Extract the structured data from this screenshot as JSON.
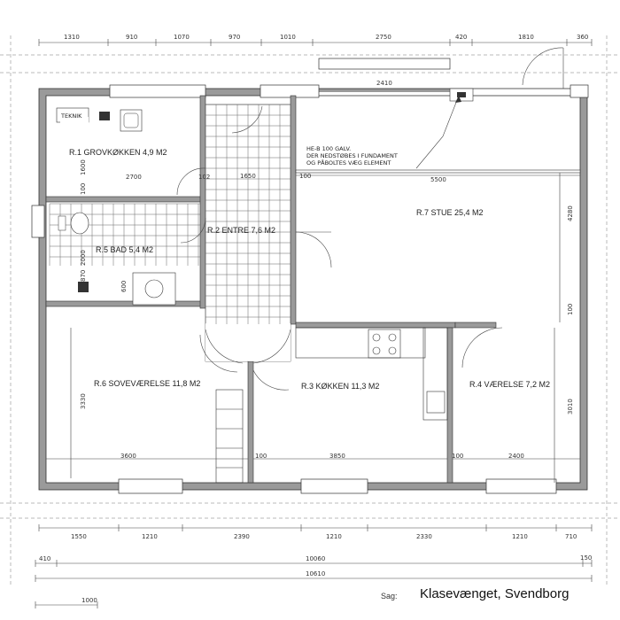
{
  "drawing": {
    "top_dimensions": [
      "1310",
      "910",
      "1070",
      "970",
      "1010",
      "2750",
      "420",
      "1810",
      "360"
    ],
    "bottom_dimensions_row1": [
      "1550",
      "1210",
      "2390",
      "1210",
      "2330",
      "1210",
      "710"
    ],
    "bottom_dimensions_row2": [
      "410",
      "10060",
      "150"
    ],
    "bottom_total": "10610",
    "bottom_left_dim": "1000",
    "window_top_dim": "2410",
    "interior_dimensions": {
      "d_2700": "2700",
      "d_1650": "1650",
      "d_100a": "100",
      "d_5500": "5500",
      "d_4280": "4280",
      "d_100b": "100",
      "d_1600": "1600",
      "d_100c": "100",
      "d_102": "102",
      "d_2000": "2000",
      "d_870": "870",
      "d_600": "600",
      "d_3330": "3330",
      "d_3600": "3600",
      "d_100d": "100",
      "d_3850": "3850",
      "d_100e": "100",
      "d_2400": "2400",
      "d_3010": "3010"
    },
    "rooms": {
      "r1": "R.1 GROVKØKKEN  4,9 M2",
      "r2": "R.2 ENTRE  7,6 M2",
      "r3": "R.3 KØKKEN  11,3 M2",
      "r4": "R.4 VÆRELSE  7,2 M2",
      "r5": "R.5 BAD  5,4 M2",
      "r6": "R.6 SOVEVÆRELSE  11,8 M2",
      "r7": "R.7 STUE  25,4 M2",
      "teknik": "TEKNIK"
    },
    "note_lines": [
      "HE-B 100 GALV.",
      "DER NEDSTØBES I FUNDAMENT",
      "OG PÅBOLTES VÆG ELEMENT"
    ],
    "colors": {
      "wall": "#9a9a9a",
      "line": "#333333",
      "paper": "#ffffff"
    }
  },
  "footer": {
    "sag_label": "Sag:",
    "project_title": "Klasevænget, Svendborg"
  }
}
